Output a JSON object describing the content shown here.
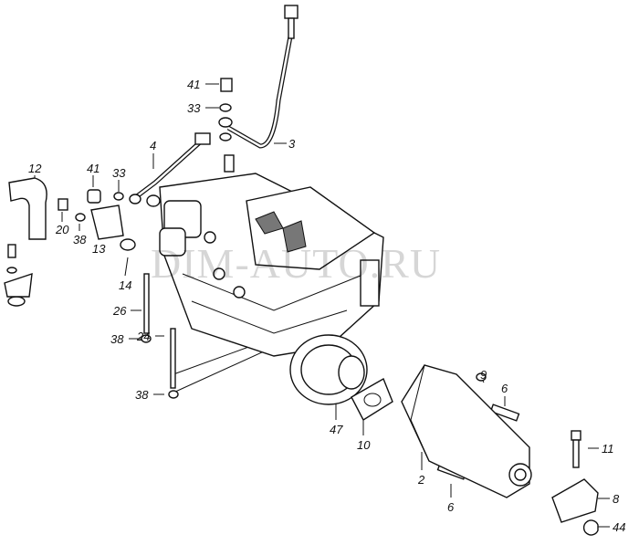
{
  "watermark": "DIM-AUTO.RU",
  "callouts": [
    {
      "id": "c41a",
      "text": "41"
    },
    {
      "id": "c33a",
      "text": "33"
    },
    {
      "id": "c3",
      "text": "3"
    },
    {
      "id": "c4",
      "text": "4"
    },
    {
      "id": "c12",
      "text": "12"
    },
    {
      "id": "c41b",
      "text": "41"
    },
    {
      "id": "c33b",
      "text": "33"
    },
    {
      "id": "c20",
      "text": "20"
    },
    {
      "id": "c38a",
      "text": "38"
    },
    {
      "id": "c13",
      "text": "13"
    },
    {
      "id": "c14",
      "text": "14"
    },
    {
      "id": "c26",
      "text": "26"
    },
    {
      "id": "c38b",
      "text": "38"
    },
    {
      "id": "c24",
      "text": "24"
    },
    {
      "id": "c38c",
      "text": "38"
    },
    {
      "id": "c47",
      "text": "47"
    },
    {
      "id": "c10",
      "text": "10"
    },
    {
      "id": "c9",
      "text": "9"
    },
    {
      "id": "c6a",
      "text": "6"
    },
    {
      "id": "c2",
      "text": "2"
    },
    {
      "id": "c6b",
      "text": "6"
    },
    {
      "id": "c11",
      "text": "11"
    },
    {
      "id": "c8",
      "text": "8"
    },
    {
      "id": "c44",
      "text": "44"
    }
  ]
}
